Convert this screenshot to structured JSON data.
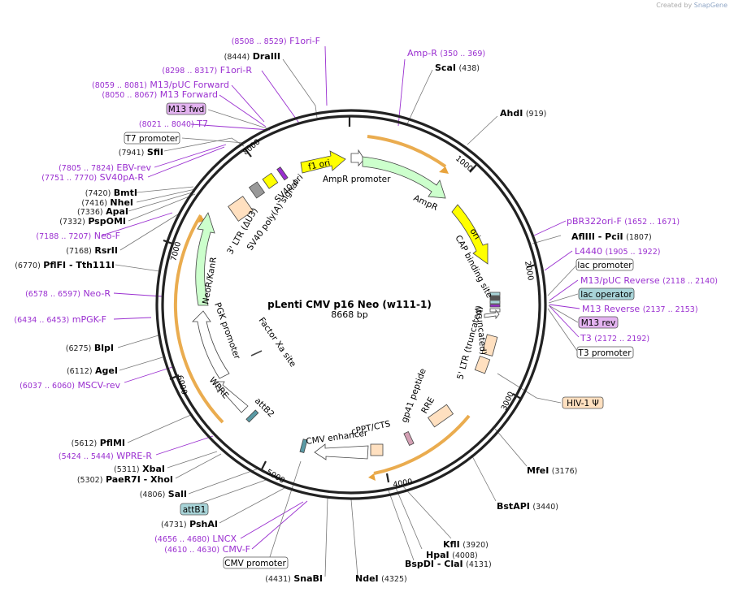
{
  "header": {
    "created_by": "Created by",
    "brand": "SnapGene"
  },
  "plasmid": {
    "name": "pLenti CMV p16 Neo (w111-1)",
    "size": "8668 bp"
  },
  "ticks": [
    "1000",
    "2000",
    "3000",
    "4000",
    "5000",
    "6000",
    "7000",
    "8000"
  ],
  "labels": [
    {
      "t": "enzyme",
      "pre": "(8444)",
      "name": "DraIII"
    },
    {
      "t": "enzyme",
      "name": "ScaI",
      "post": "(438)"
    },
    {
      "t": "enzyme",
      "name": "AhdI",
      "post": "(919)"
    },
    {
      "t": "enzyme",
      "pre": "(7941)",
      "name": "SfiI"
    },
    {
      "t": "enzyme",
      "pre": "(7420)",
      "name": "BmtI"
    },
    {
      "t": "enzyme",
      "pre": "(7416)",
      "name": "NheI"
    },
    {
      "t": "enzyme",
      "pre": "(7336)",
      "name": "ApaI"
    },
    {
      "t": "enzyme",
      "pre": "(7332)",
      "name": "PspOMI"
    },
    {
      "t": "enzyme",
      "pre": "(7168)",
      "name": "RsrII"
    },
    {
      "t": "enzyme",
      "pre": "(6770)",
      "name": "PflFI  - Tth111I"
    },
    {
      "t": "enzyme",
      "pre": "(6275)",
      "name": "BlpI"
    },
    {
      "t": "enzyme",
      "pre": "(6112)",
      "name": "AgeI"
    },
    {
      "t": "enzyme",
      "pre": "(5612)",
      "name": "PflMI"
    },
    {
      "t": "enzyme",
      "pre": "(5311)",
      "name": "XbaI"
    },
    {
      "t": "enzyme",
      "pre": "(5302)",
      "name": "PaeR7I  - XhoI"
    },
    {
      "t": "enzyme",
      "pre": "(4806)",
      "name": "SalI"
    },
    {
      "t": "enzyme",
      "pre": "(4731)",
      "name": "PshAI"
    },
    {
      "t": "enzyme",
      "pre": "(4431)",
      "name": "SnaBI"
    },
    {
      "t": "enzyme",
      "name": "NdeI",
      "post": "(4325)"
    },
    {
      "t": "enzyme",
      "name": "KflI",
      "post": "(3920)"
    },
    {
      "t": "enzyme",
      "name": "HpaI",
      "post": "(4008)"
    },
    {
      "t": "enzyme",
      "name": "BspDI  - ClaI",
      "post": "(4131)"
    },
    {
      "t": "enzyme",
      "name": "BstAPI",
      "post": "(3440)"
    },
    {
      "t": "enzyme",
      "name": "MfeI",
      "post": "(3176)"
    },
    {
      "t": "enzyme",
      "name": "AflIII  - PciI",
      "post": "(1807)"
    },
    {
      "t": "primer",
      "pre": "(8508 .. 8529)",
      "name": "F1ori-F"
    },
    {
      "t": "primer",
      "pre": "(8298 .. 8317)",
      "name": "F1ori-R"
    },
    {
      "t": "primer",
      "pre": "(8059 .. 8081)",
      "name": "M13/pUC Forward"
    },
    {
      "t": "primer",
      "pre": "(8050 .. 8067)",
      "name": "M13 Forward"
    },
    {
      "t": "primer",
      "pre": "(8021 .. 8040)",
      "name": "T7"
    },
    {
      "t": "primer",
      "pre": "(7805 .. 7824)",
      "name": "EBV-rev"
    },
    {
      "t": "primer",
      "pre": "(7751 .. 7770)",
      "name": "SV40pA-R"
    },
    {
      "t": "primer",
      "pre": "(7188 .. 7207)",
      "name": "Neo-F"
    },
    {
      "t": "primer",
      "pre": "(6578 .. 6597)",
      "name": "Neo-R"
    },
    {
      "t": "primer",
      "pre": "(6434 .. 6453)",
      "name": "mPGK-F"
    },
    {
      "t": "primer",
      "pre": "(6037 .. 6060)",
      "name": "MSCV-rev"
    },
    {
      "t": "primer",
      "pre": "(5424 .. 5444)",
      "name": "WPRE-R"
    },
    {
      "t": "primer",
      "pre": "(4656 .. 4680)",
      "name": "LNCX"
    },
    {
      "t": "primer",
      "pre": "(4610 .. 4630)",
      "name": "CMV-F"
    },
    {
      "t": "primer",
      "name": "Amp-R",
      "post": "(350 .. 369)"
    },
    {
      "t": "primer",
      "name": "pBR322ori-F",
      "post": "(1652 .. 1671)"
    },
    {
      "t": "primer",
      "name": "L4440",
      "post": "(1905 .. 1922)"
    },
    {
      "t": "primer",
      "name": "M13/pUC Reverse",
      "post": "(2118 .. 2140)"
    },
    {
      "t": "primer",
      "name": "M13 Reverse",
      "post": "(2137 .. 2153)"
    },
    {
      "t": "primer",
      "name": "T3",
      "post": "(2172 .. 2192)"
    }
  ],
  "boxed": [
    "M13 fwd",
    "T7 promoter",
    "lac promoter",
    "lac operator",
    "M13 rev",
    "T3 promoter",
    "HIV-1 Ψ",
    "attB1",
    "CMV promoter"
  ],
  "features": [
    "f1 ori",
    "AmpR promoter",
    "AmpR",
    "ori",
    "CAP binding site",
    "(truncated)",
    "5' LTR (truncated)",
    "gp41 peptide",
    "RRE",
    "cPPT/CTS",
    "CMV enhancer",
    "attB2",
    "WPRE",
    "PGK promoter",
    "NeoR/KanR",
    "Factor Xa site",
    "3' LTR (ΔU3)",
    "SV40 poly(A) signal",
    "SV40 ori"
  ],
  "colors": {
    "primer": "#9a2fd0",
    "backbone": "#222222",
    "ori": "#ffff00",
    "amp": "#ccffcc",
    "ltr": "#ffe0c0",
    "lac": "#a8d4d8",
    "m13": "#e3b3f0",
    "orf_outline": "#e8a33c"
  }
}
